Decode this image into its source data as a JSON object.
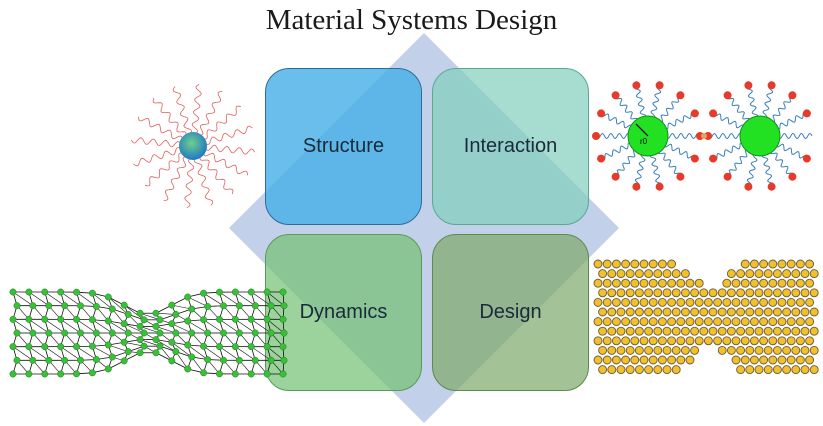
{
  "title": "Material Systems Design",
  "quadrants": [
    {
      "label": "Structure",
      "color": "#48b0e8"
    },
    {
      "label": "Interaction",
      "color": "#80cebc"
    },
    {
      "label": "Dynamics",
      "color": "#76c076"
    },
    {
      "label": "Design",
      "color": "#80aa6e"
    }
  ],
  "diamond_color": "#b9c8e6",
  "illustrations": {
    "top_left": {
      "icon": "nanoparticle-with-polymer-chains"
    },
    "top_right": {
      "icon": "two-grafted-nanoparticles-interacting",
      "annotation": "r0"
    },
    "bottom_left": {
      "icon": "network-lattice-bowtie"
    },
    "bottom_right": {
      "icon": "honeycomb-lattice-bowtie"
    }
  }
}
